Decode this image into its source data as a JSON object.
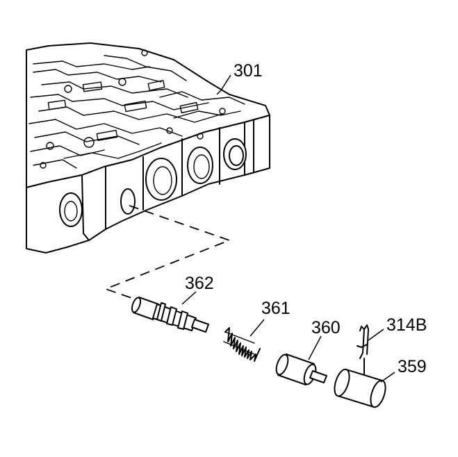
{
  "callouts": {
    "valve_body": "301",
    "valve": "362",
    "spring": "361",
    "sleeve": "360",
    "retainer_clip": "314B",
    "bore_plug": "359"
  }
}
